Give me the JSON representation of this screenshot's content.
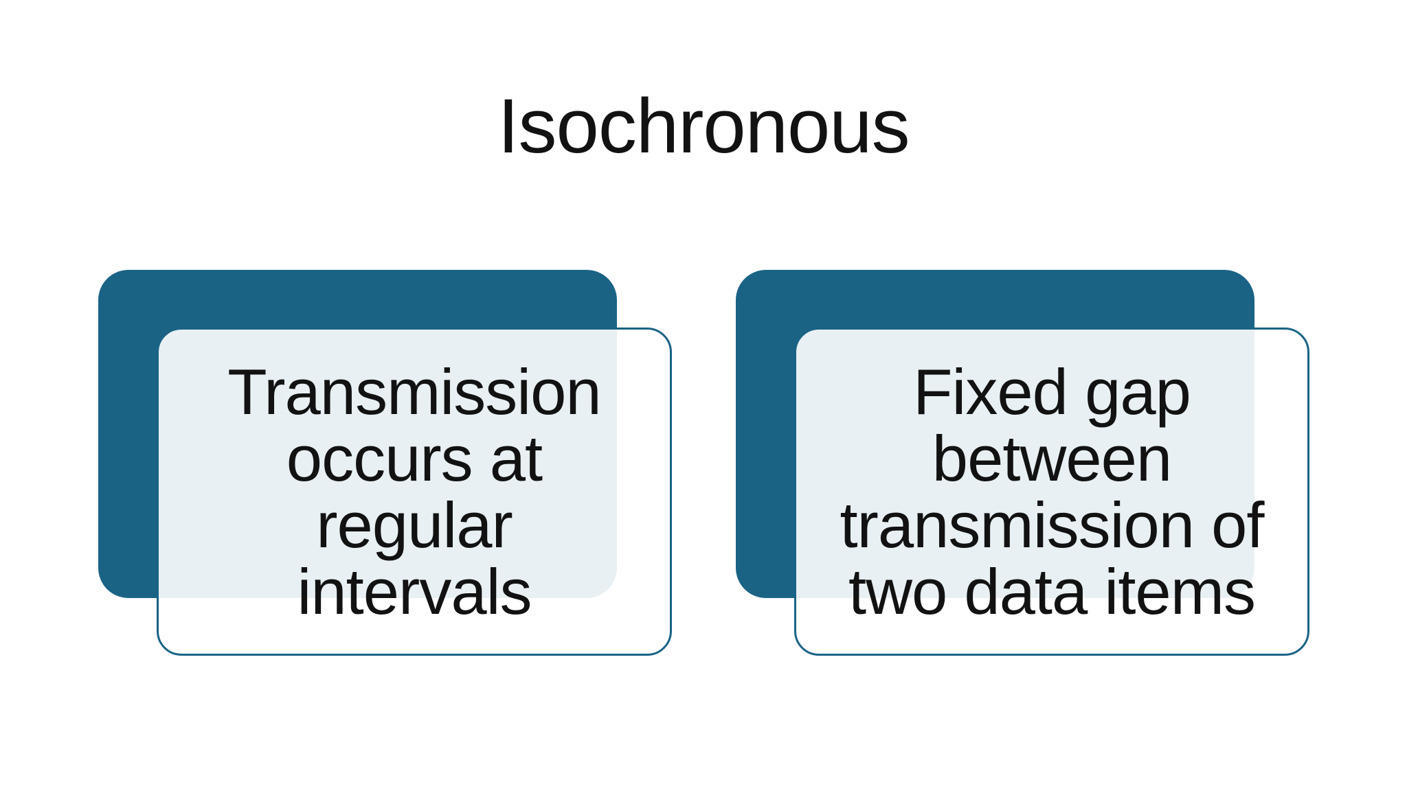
{
  "title": "Isochronous",
  "colors": {
    "accent-teal": "#1a6385",
    "card-fill": "rgba(255,255,255,0.9)",
    "text-color": "#121212",
    "page-bg": "#ffffff"
  },
  "cards": [
    {
      "lines": [
        "Transmission",
        "occurs at",
        "regular",
        "intervals"
      ]
    },
    {
      "lines": [
        "Fixed gap",
        "between",
        "transmission of",
        "two data items"
      ]
    }
  ]
}
